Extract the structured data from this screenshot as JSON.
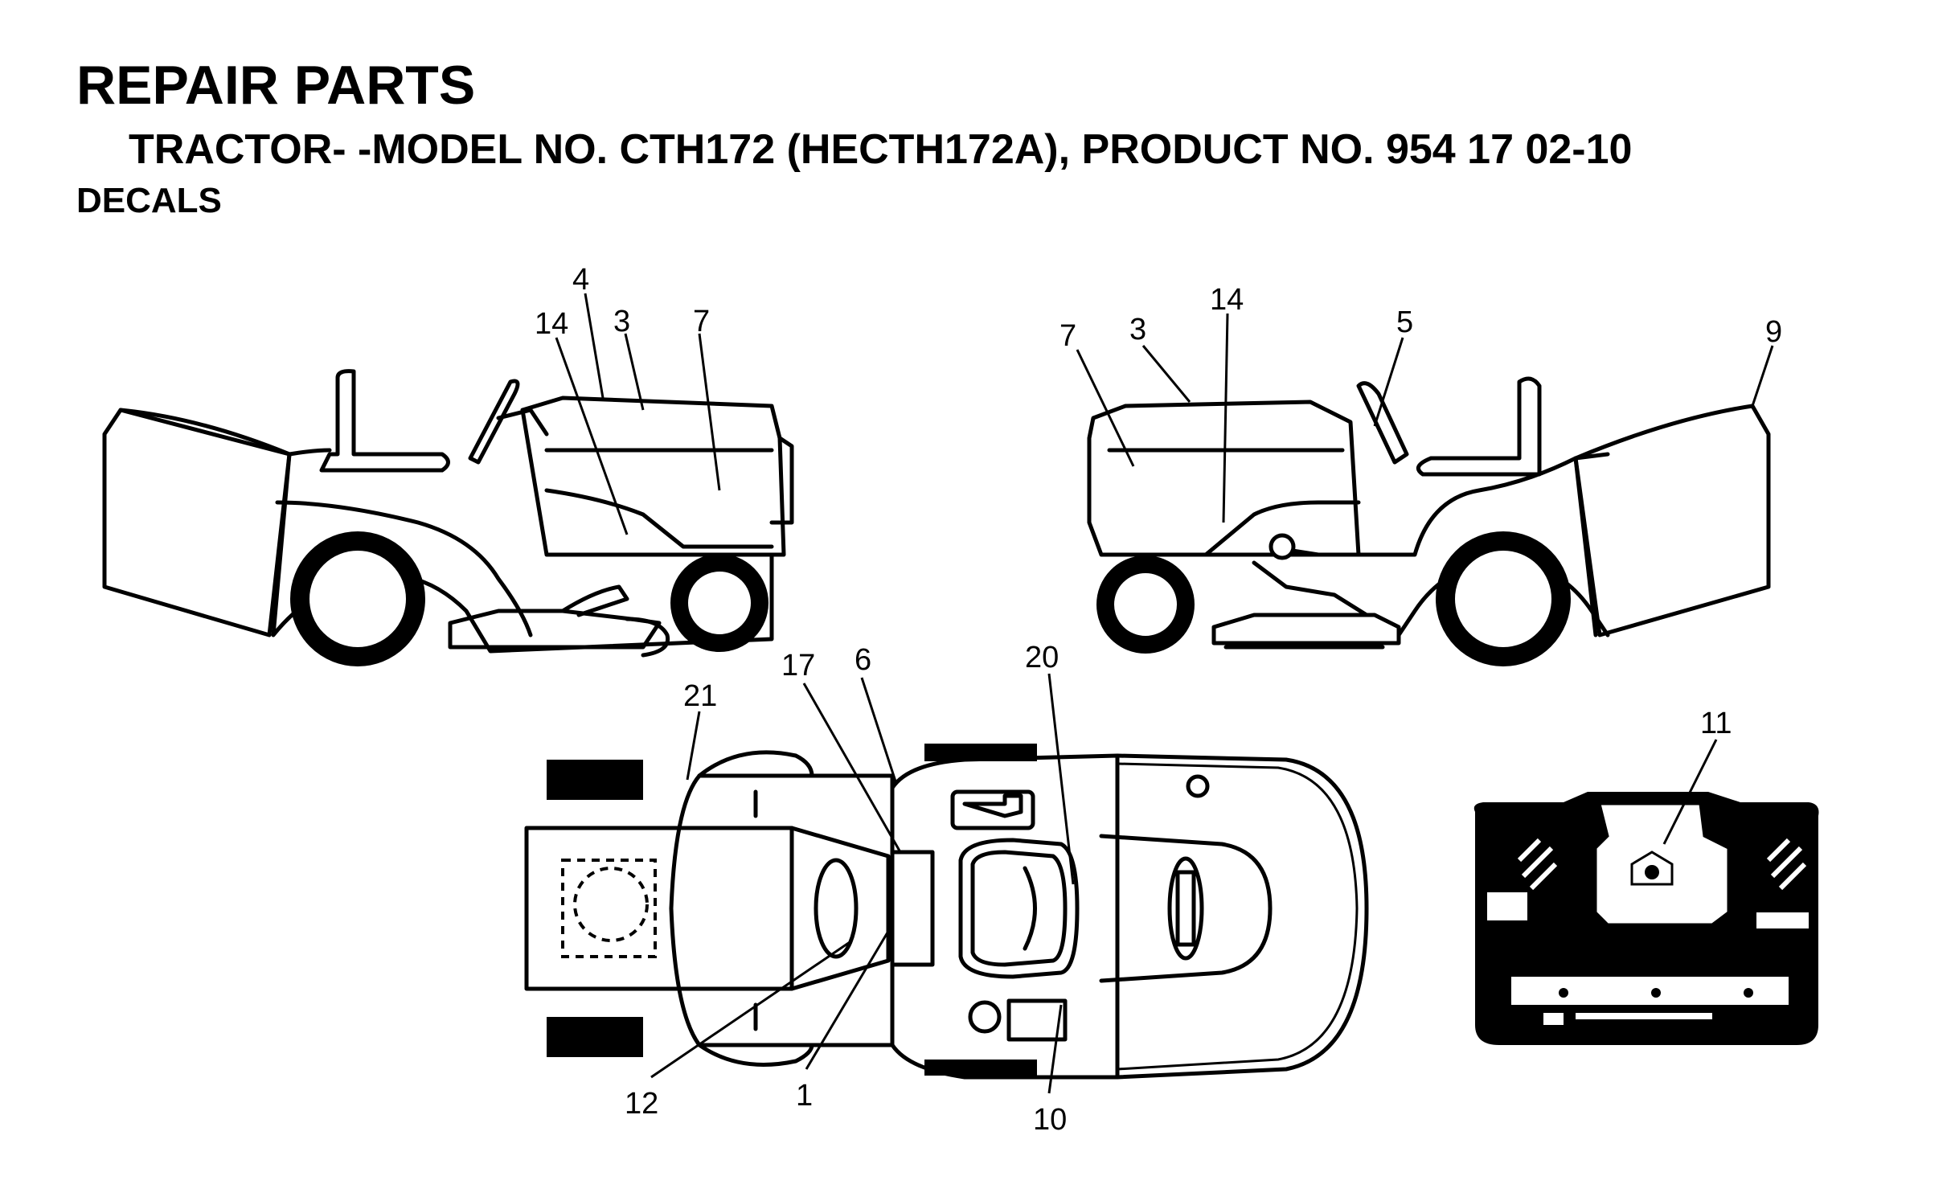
{
  "header": {
    "title": "REPAIR PARTS",
    "subtitle": "TRACTOR- -MODEL NO. CTH172 (HECTH172A), PRODUCT NO. 954 17 02-10",
    "section": "DECALS"
  },
  "callouts": {
    "left_view": [
      "4",
      "14",
      "3",
      "7"
    ],
    "right_view": [
      "7",
      "3",
      "14",
      "5",
      "9"
    ],
    "top_view": [
      "21",
      "17",
      "6",
      "20",
      "12",
      "1",
      "10"
    ],
    "panel_view": [
      "11"
    ]
  },
  "colors": {
    "line": "#000000",
    "background": "#ffffff"
  }
}
